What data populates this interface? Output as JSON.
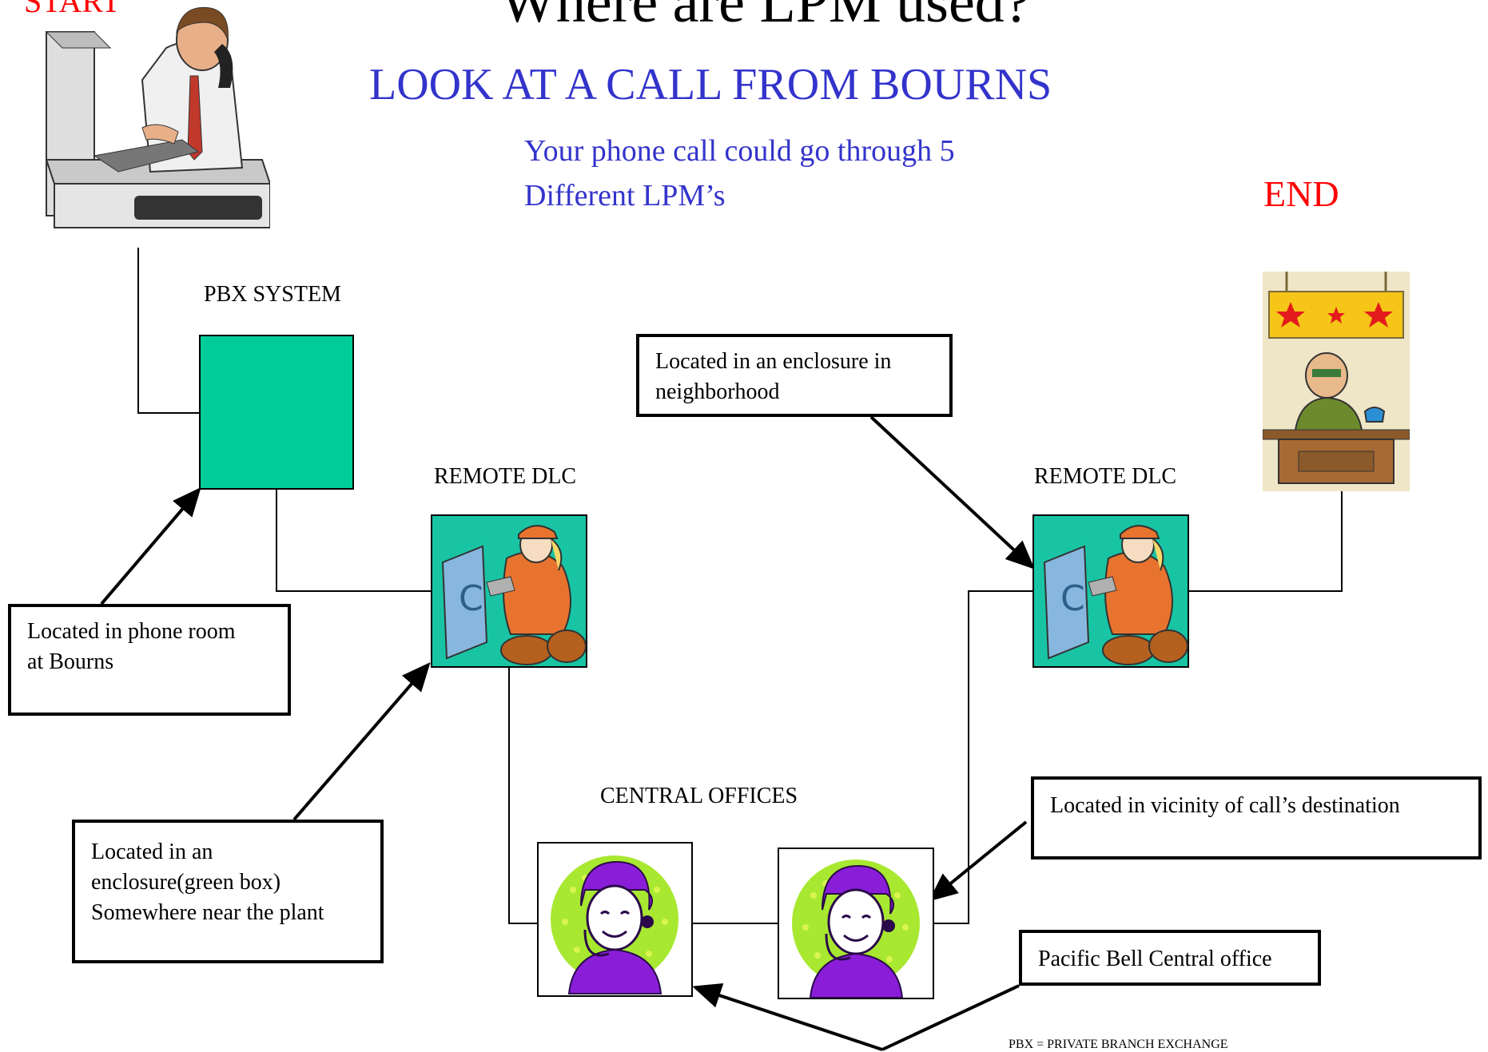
{
  "header": {
    "title": "Where are LPM used?",
    "subtitle": "LOOK AT A CALL FROM BOURNS",
    "note_line1": "Your phone call could go through 5",
    "note_line2": "Different LPM’s"
  },
  "markers": {
    "start": "START",
    "end": "END"
  },
  "labels": {
    "pbx_system": "PBX SYSTEM",
    "remote_dlc_left": "REMOTE DLC",
    "remote_dlc_right": "REMOTE DLC",
    "central_offices": "CENTRAL OFFICES"
  },
  "callouts": {
    "phone_room": [
      "Located in phone room",
      "at Bourns"
    ],
    "enclosure_neighborhood": [
      "Located in an enclosure in",
      "neighborhood"
    ],
    "enclosure_plant": [
      "Located in an",
      "enclosure(green box)",
      "Somewhere near the plant"
    ],
    "vicinity": [
      "Located in vicinity of  call’s destination"
    ],
    "pacific_bell": [
      "Pacific Bell Central office"
    ]
  },
  "footnote": "PBX = PRIVATE BRANCH EXCHANGE",
  "colors": {
    "title_blue": "#3333cc",
    "marker_red": "#ff0000",
    "pbx_green": "#00cc99",
    "dlc_teal": "#18c4a4",
    "operator_purple": "#8a1ed8",
    "operator_lime": "#a8e830"
  },
  "icons": {
    "start": "man-on-phone-at-computer-icon",
    "end": "receptionist-at-desk-icon",
    "dlc": "technician-at-phone-box-icon",
    "central_office": "operator-with-headset-icon"
  }
}
